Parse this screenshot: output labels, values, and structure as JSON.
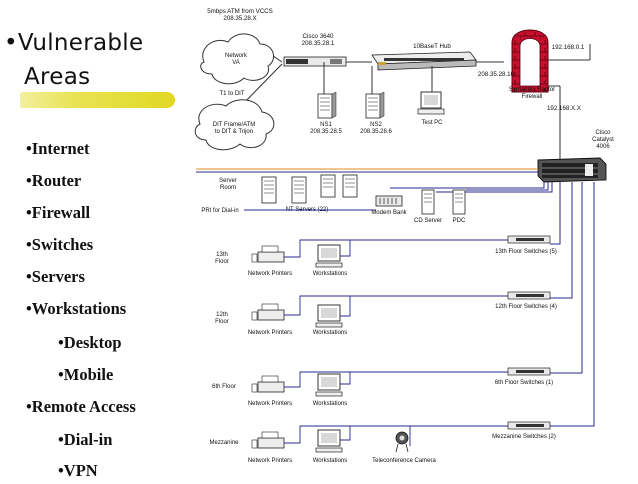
{
  "slide": {
    "title_line1": "•Vulnerable",
    "title_line2": "Areas",
    "bullets": [
      {
        "text": "•Internet",
        "level": 1
      },
      {
        "text": "•Router",
        "level": 1
      },
      {
        "text": "•Firewall",
        "level": 1
      },
      {
        "text": "•Switches",
        "level": 1
      },
      {
        "text": "•Servers",
        "level": 1
      },
      {
        "text": "•Workstations",
        "level": 1
      },
      {
        "text": "•Desktop",
        "level": 2
      },
      {
        "text": "•Mobile",
        "level": 2
      },
      {
        "text": "•Remote Access",
        "level": 1
      },
      {
        "text": "•Dial-in",
        "level": 2
      },
      {
        "text": "•VPN",
        "level": 2
      }
    ]
  },
  "diagram": {
    "atm_label_1": "5mbps ATM from VCCS",
    "atm_label_2": "208.35.28.X",
    "cloud1_line1": "Network",
    "cloud1_line2": "VA",
    "t1_label": "T1 to DIT",
    "cloud2_line1": "DIT Frame/ATM",
    "cloud2_line2": "to DIT & Trijon",
    "router_label_1": "Cisco 3640",
    "router_label_2": "208.35.28.1",
    "hub_label": "10BaseT Hub",
    "ns1_label_1": "NS1",
    "ns1_label_2": "208.35.28.5",
    "ns2_label_1": "NS2",
    "ns2_label_2": "208.35.28.6",
    "testpc_label": "Test PC",
    "fw_ip_outer": "192.168.0.1",
    "fw_ip_hub": "208.35.28.10",
    "fw_name_1": "Symantec Raptor",
    "fw_name_2": "Firewall",
    "fw_ip_inner": "192.168.X.X",
    "catalyst_1": "Cisco",
    "catalyst_2": "Catalyst",
    "catalyst_3": "4006",
    "server_room_1": "Server",
    "server_room_2": "Room",
    "nt_servers": "NT Servers (22)",
    "pri_dialin": "PRI for Dial-in",
    "modem_bank": "Modem Bank",
    "cd_server": "CD Server",
    "pdc": "PDC",
    "floors": [
      {
        "floor_1": "13th",
        "floor_2": "Floor",
        "printers": "Network Printers",
        "workstations": "Workstations",
        "switch": "13th Floor Switches (5)"
      },
      {
        "floor_1": "12th",
        "floor_2": "Floor",
        "printers": "Network Printers",
        "workstations": "Workstations",
        "switch": "12th Floor Switches (4)"
      },
      {
        "floor_1": "6th Floor",
        "floor_2": "",
        "printers": "Network Printers",
        "workstations": "Workstations",
        "switch": "6th Floor Switches (1)"
      },
      {
        "floor_1": "Mezzanine",
        "floor_2": "",
        "printers": "Network Printers",
        "workstations": "Workstations",
        "switch": "Mezzanine Switches (2)"
      }
    ],
    "teleconf": "Teleconference Camera",
    "colors": {
      "blue_line": "#2a2a8e",
      "orange_line": "#e6a24a",
      "firewall_red": "#c8102e",
      "title_highlight": "#e6e040"
    }
  }
}
